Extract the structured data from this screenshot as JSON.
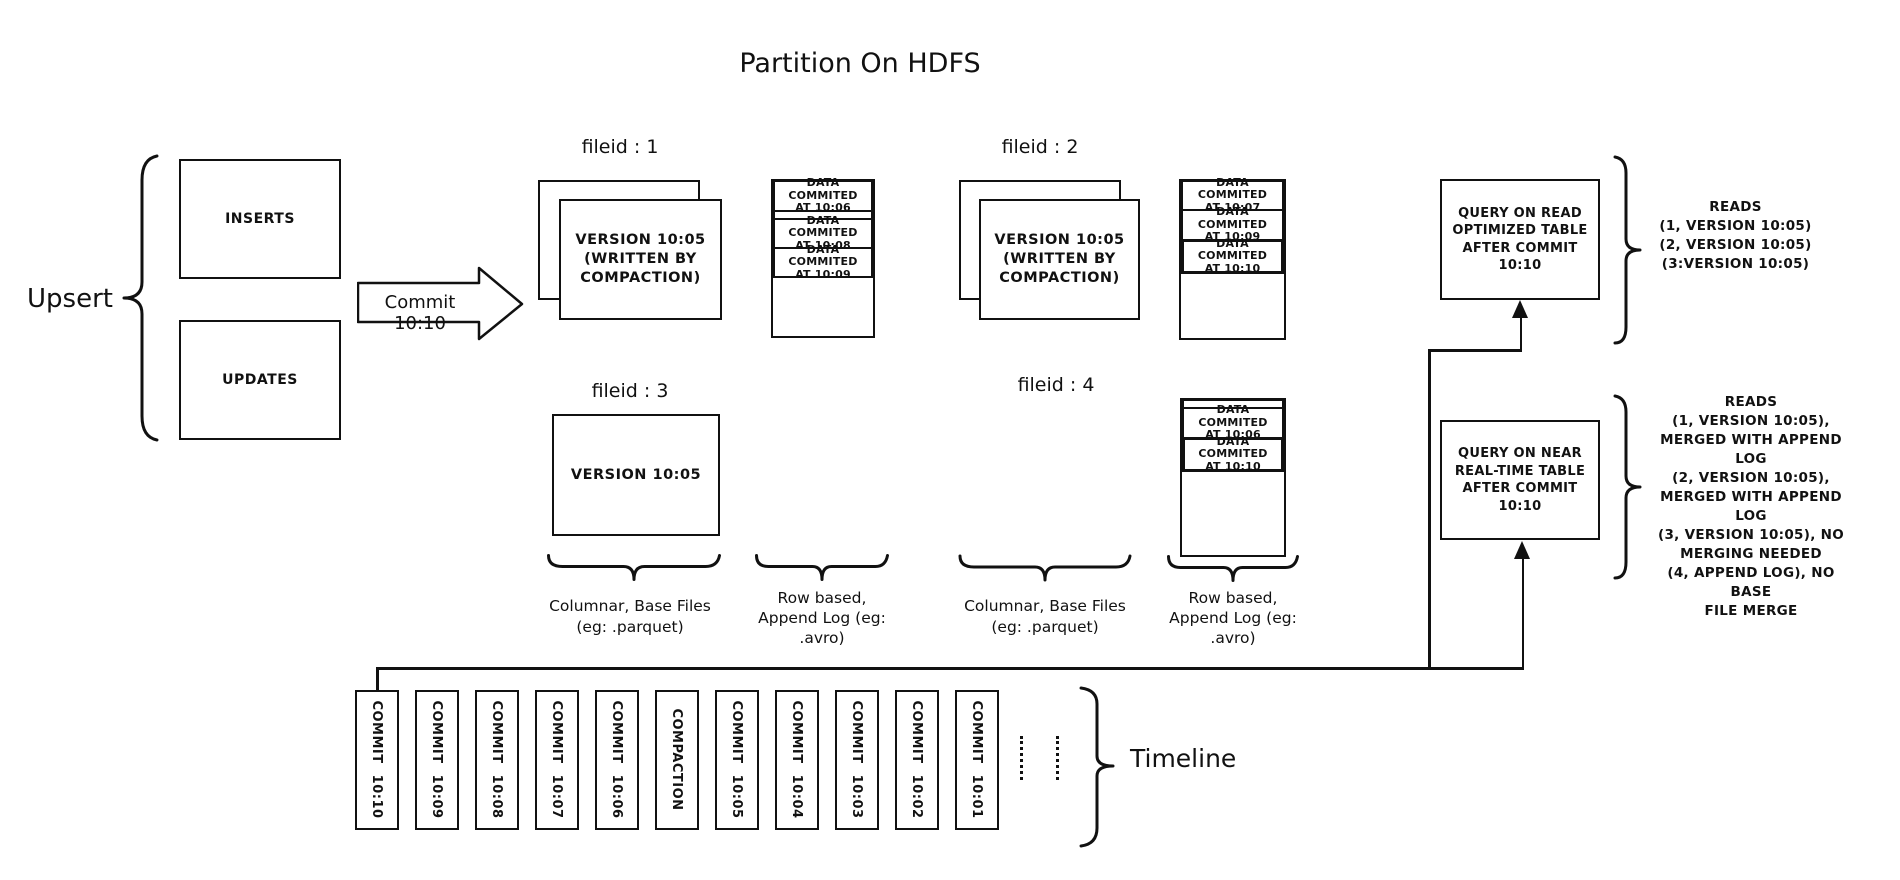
{
  "title": "Partition On HDFS",
  "colors": {
    "ink": "#111111",
    "background": "#ffffff"
  },
  "upsert": {
    "label": "Upsert",
    "inserts": "INSERTS",
    "updates": "UPDATES",
    "arrow_label": "Commit 10:10"
  },
  "file_groups": {
    "f1": {
      "label": "fileid : 1",
      "base": "VERSION 10:05\n(WRITTEN BY\nCOMPACTION)"
    },
    "f2": {
      "label": "fileid : 2",
      "base": "VERSION 10:05\n(WRITTEN BY\nCOMPACTION)"
    },
    "f3": {
      "label": "fileid : 3",
      "base": "VERSION 10:05"
    },
    "f4": {
      "label": "fileid : 4"
    }
  },
  "logs": {
    "log1": {
      "e1": "DATA COMMITED\nAT 10:06",
      "e2": "DATA COMMITED\nAT 10:08",
      "e3": "DATA COMMITED\nAT 10:09"
    },
    "log2": {
      "e1": "DATA COMMITED\nAT 10:07",
      "e2": "DATA COMMITED\nAT 10:09",
      "e3": "DATA COMMITED\nAT 10:10"
    },
    "log4": {
      "e1": "DATA COMMITED\nAT 10:06",
      "e2": "DATA COMMITED\nAT 10:10"
    }
  },
  "captions": {
    "columnar1": "Columnar, Base Files\n(eg: .parquet)",
    "rowbased1": "Row based,\nAppend Log  (eg:\n.avro)",
    "columnar2": "Columnar, Base Files\n(eg: .parquet)",
    "rowbased2": "Row based,\nAppend Log  (eg:\n.avro)"
  },
  "queries": {
    "read_optimized": {
      "box": "QUERY ON READ\nOPTIMIZED TABLE\nAFTER COMMIT\n10:10",
      "reads": "READS\n(1, VERSION 10:05)\n(2, VERSION 10:05)\n(3:VERSION 10:05)"
    },
    "near_real_time": {
      "box": "QUERY ON NEAR\nREAL-TIME TABLE\nAFTER COMMIT\n10:10",
      "reads": "READS\n(1, VERSION 10:05),\nMERGED WITH APPEND LOG\n(2, VERSION 10:05),\nMERGED WITH APPEND LOG\n(3, VERSION 10:05), NO\nMERGING NEEDED\n(4, APPEND LOG), NO BASE\nFILE MERGE"
    }
  },
  "timeline": {
    "label": "Timeline",
    "entries": [
      "COMMIT 10:10",
      "COMMIT 10:09",
      "COMMIT 10:08",
      "COMMIT 10:07",
      "COMMIT 10:06",
      "COMPACTION",
      "COMMIT 10:05",
      "COMMIT 10:04",
      "COMMIT 10:03",
      "COMMIT 10:02",
      "COMMIT 10:01"
    ]
  }
}
